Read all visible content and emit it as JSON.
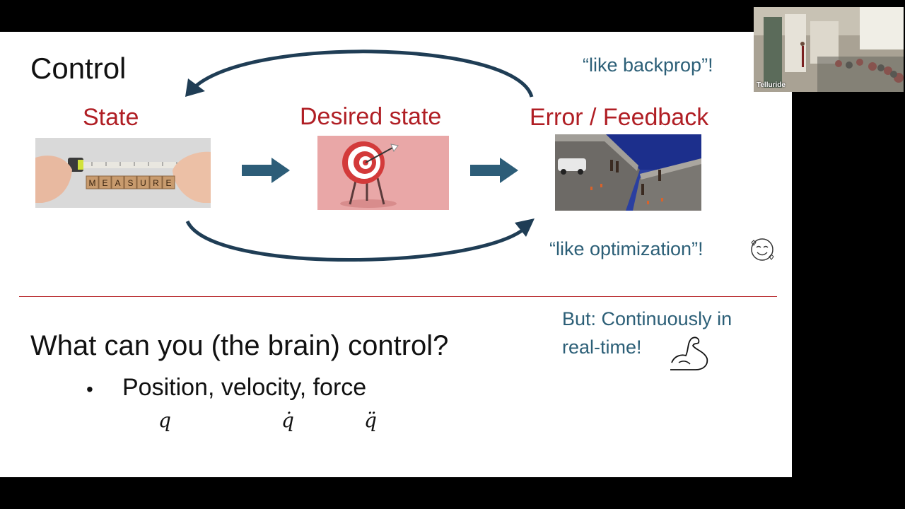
{
  "slide": {
    "title": "Control",
    "labels": {
      "state": "State",
      "desired_state": "Desired state",
      "error_feedback": "Error / Feedback"
    },
    "notes": {
      "backprop": "“like backprop”!",
      "optimization": "“like optimization”!",
      "continuous_line1": "But: Continuously in",
      "continuous_line2": "real-time!"
    },
    "question": "What can you (the brain) control?",
    "bullet": "Position, velocity, force",
    "symbols": [
      "q",
      "q̇",
      "q̈"
    ],
    "measure_letters": [
      "M",
      "E",
      "A",
      "S",
      "U",
      "R",
      "E"
    ]
  },
  "webcam": {
    "label": "Telluride"
  },
  "colors": {
    "accent_red": "#b01e24",
    "note_teal": "#2c5f77",
    "arrow_navy": "#1f3d55",
    "arrow_steel": "#2d5d78"
  }
}
